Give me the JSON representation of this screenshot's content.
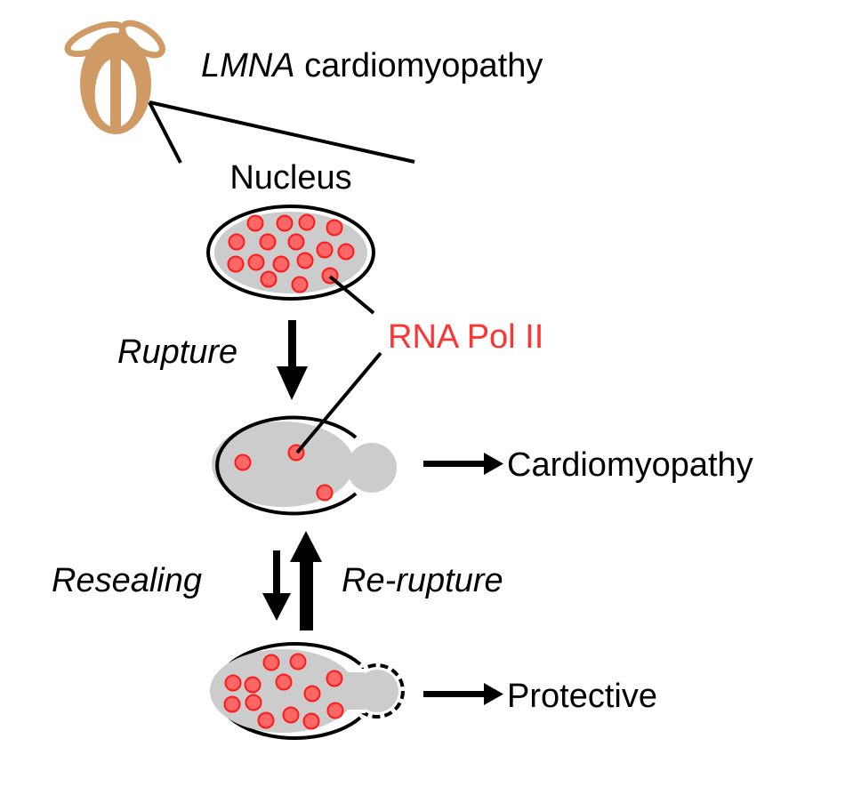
{
  "title": {
    "gene": "LMNA",
    "rest": " cardiomyopathy"
  },
  "labels": {
    "nucleus": "Nucleus",
    "rna_pol": "RNA Pol II",
    "rupture": "Rupture",
    "resealing": "Resealing",
    "re_rupture": "Re-rupture",
    "outcome_ruptured": "Cardiomyopathy",
    "outcome_resealed": "Protective"
  },
  "colors": {
    "heart": "#d09a64",
    "nucleoplasm": "#cccccc",
    "pol_fill": "#ff6666",
    "pol_stroke": "#ff1a1a",
    "label_red": "#ff3333",
    "line": "#000000"
  },
  "states": [
    {
      "name": "intact",
      "pol_ii_count": 16,
      "envelope": "intact"
    },
    {
      "name": "ruptured",
      "pol_ii_count": 3,
      "envelope": "open bleb"
    },
    {
      "name": "resealed",
      "pol_ii_count": 13,
      "envelope": "resealed bleb (dashed)"
    }
  ]
}
